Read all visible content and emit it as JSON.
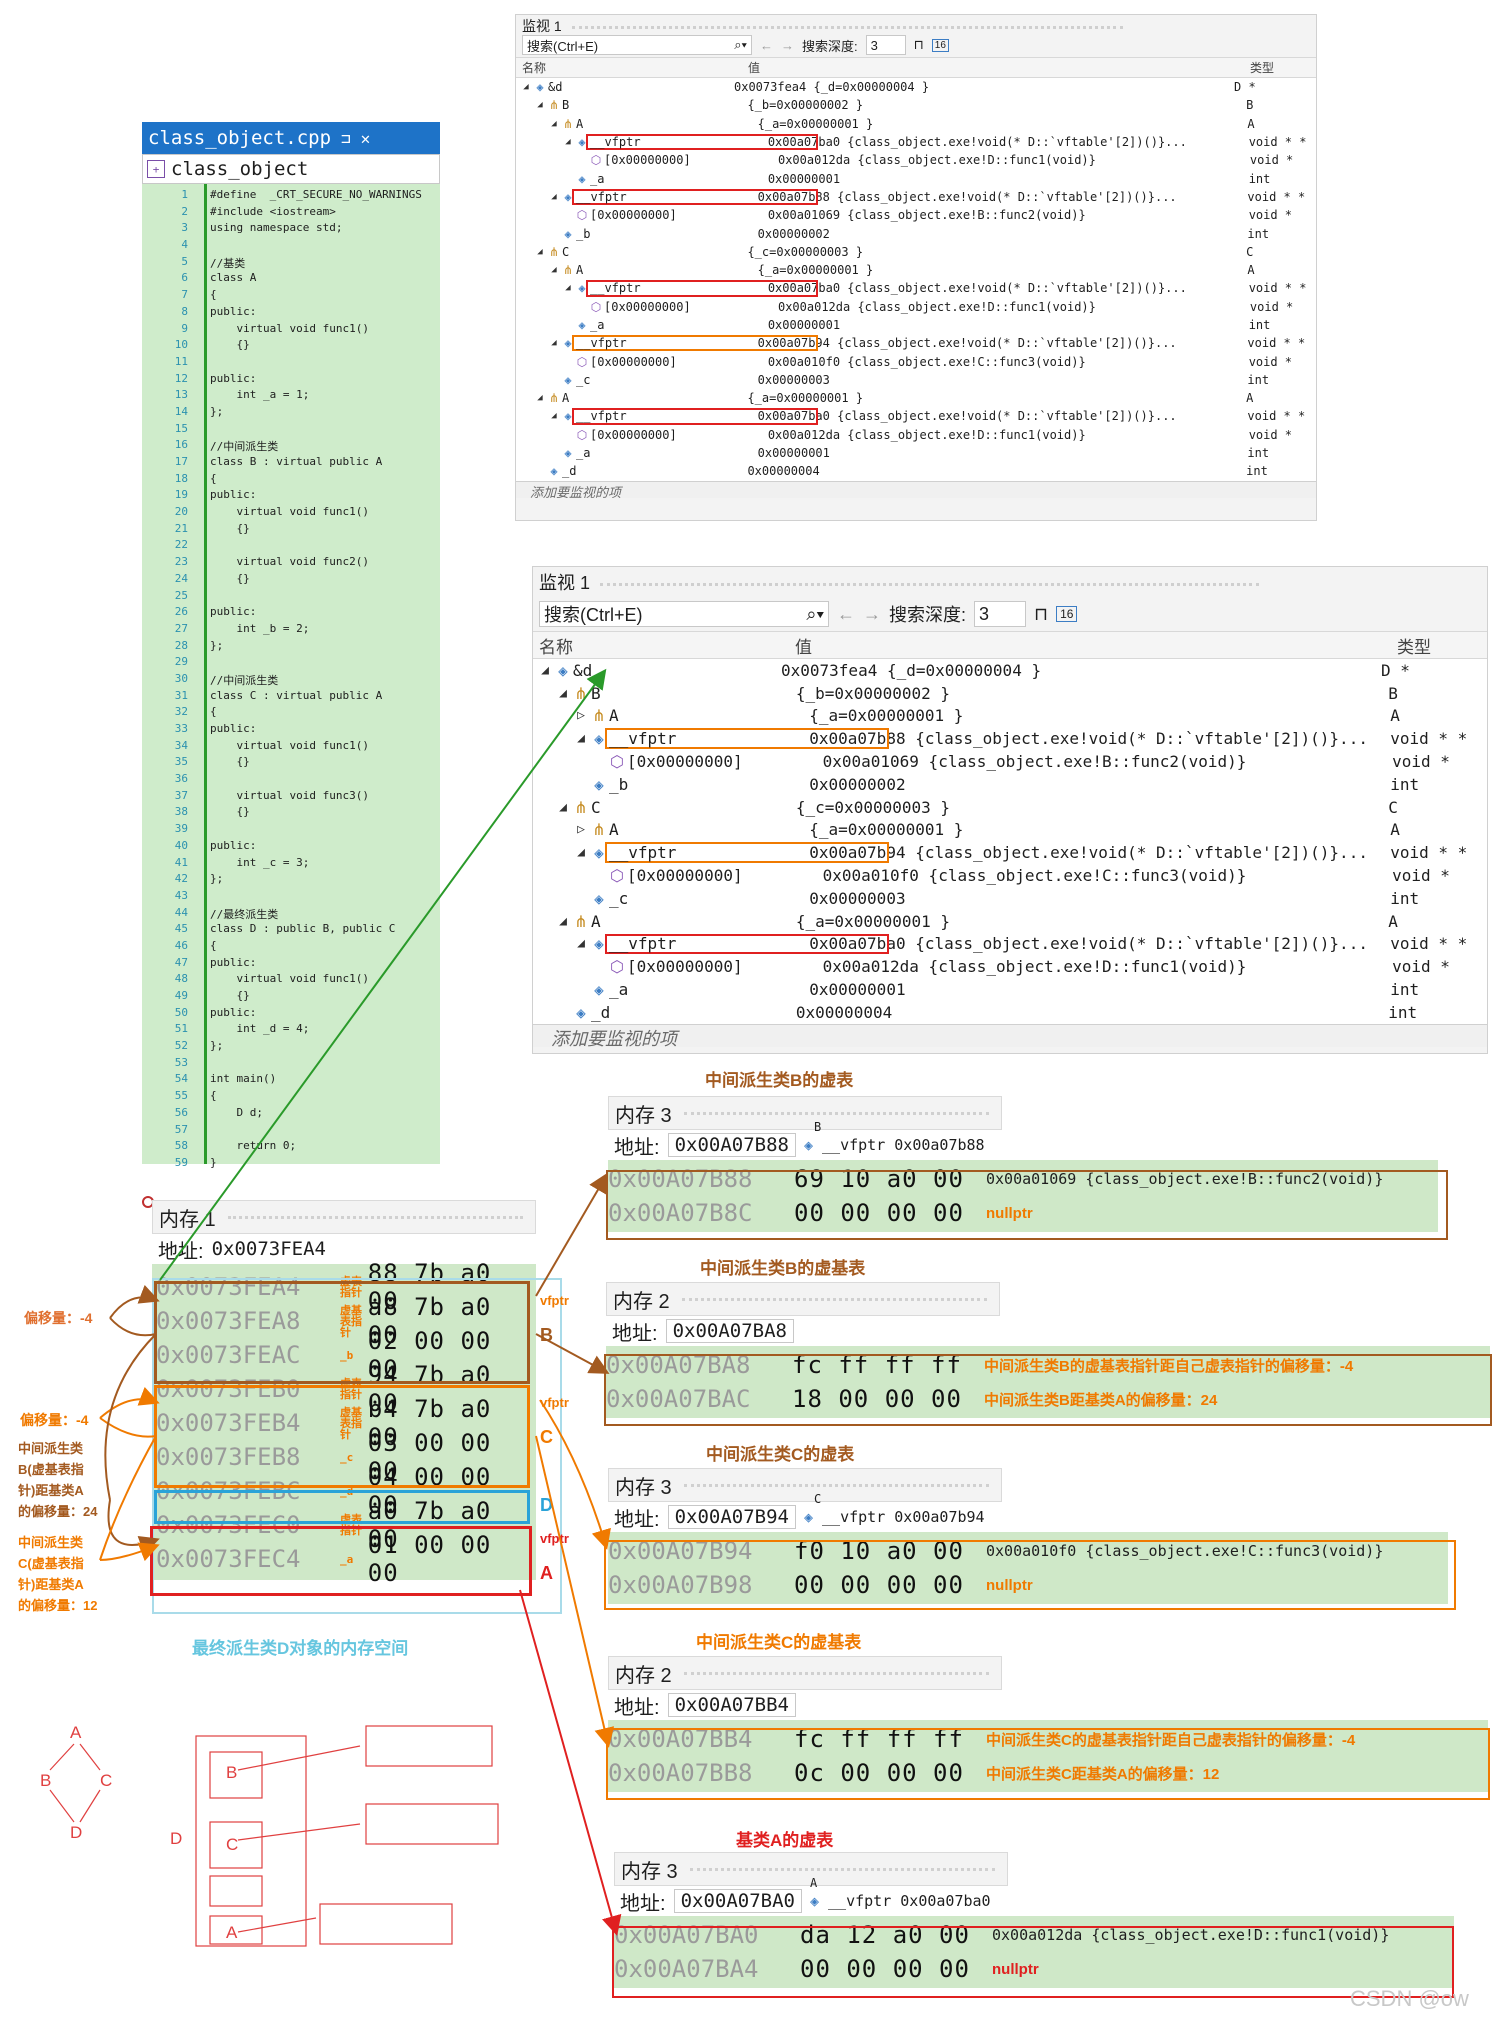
{
  "editor": {
    "tab_title": "class_object.cpp",
    "tab_pin": "⊐",
    "tab_close": "✕",
    "nav_label": "class_object",
    "lines": [
      {
        "n": "1",
        "t": "#define  _CRT_SECURE_NO_WARNINGS"
      },
      {
        "n": "2",
        "t": "#include <iostream>"
      },
      {
        "n": "3",
        "t": "using namespace std;"
      },
      {
        "n": "4",
        "t": ""
      },
      {
        "n": "5",
        "t": "//基类"
      },
      {
        "n": "6",
        "t": "class A"
      },
      {
        "n": "7",
        "t": "{"
      },
      {
        "n": "8",
        "t": "public:"
      },
      {
        "n": "9",
        "t": "    virtual void func1()"
      },
      {
        "n": "10",
        "t": "    {}"
      },
      {
        "n": "11",
        "t": ""
      },
      {
        "n": "12",
        "t": "public:"
      },
      {
        "n": "13",
        "t": "    int _a = 1;"
      },
      {
        "n": "14",
        "t": "};"
      },
      {
        "n": "15",
        "t": ""
      },
      {
        "n": "16",
        "t": "//中间派生类"
      },
      {
        "n": "17",
        "t": "class B : virtual public A"
      },
      {
        "n": "18",
        "t": "{"
      },
      {
        "n": "19",
        "t": "public:"
      },
      {
        "n": "20",
        "t": "    virtual void func1()"
      },
      {
        "n": "21",
        "t": "    {}"
      },
      {
        "n": "22",
        "t": ""
      },
      {
        "n": "23",
        "t": "    virtual void func2()"
      },
      {
        "n": "24",
        "t": "    {}"
      },
      {
        "n": "25",
        "t": ""
      },
      {
        "n": "26",
        "t": "public:"
      },
      {
        "n": "27",
        "t": "    int _b = 2;"
      },
      {
        "n": "28",
        "t": "};"
      },
      {
        "n": "29",
        "t": ""
      },
      {
        "n": "30",
        "t": "//中间派生类"
      },
      {
        "n": "31",
        "t": "class C : virtual public A"
      },
      {
        "n": "32",
        "t": "{"
      },
      {
        "n": "33",
        "t": "public:"
      },
      {
        "n": "34",
        "t": "    virtual void func1()"
      },
      {
        "n": "35",
        "t": "    {}"
      },
      {
        "n": "36",
        "t": ""
      },
      {
        "n": "37",
        "t": "    virtual void func3()"
      },
      {
        "n": "38",
        "t": "    {}"
      },
      {
        "n": "39",
        "t": ""
      },
      {
        "n": "40",
        "t": "public:"
      },
      {
        "n": "41",
        "t": "    int _c = 3;"
      },
      {
        "n": "42",
        "t": "};"
      },
      {
        "n": "43",
        "t": ""
      },
      {
        "n": "44",
        "t": "//最终派生类"
      },
      {
        "n": "45",
        "t": "class D : public B, public C"
      },
      {
        "n": "46",
        "t": "{"
      },
      {
        "n": "47",
        "t": "public:"
      },
      {
        "n": "48",
        "t": "    virtual void func1()"
      },
      {
        "n": "49",
        "t": "    {}"
      },
      {
        "n": "50",
        "t": "public:"
      },
      {
        "n": "51",
        "t": "    int _d = 4;"
      },
      {
        "n": "52",
        "t": "};"
      },
      {
        "n": "53",
        "t": ""
      },
      {
        "n": "54",
        "t": "int main()"
      },
      {
        "n": "55",
        "t": "{"
      },
      {
        "n": "56",
        "t": "    D d;"
      },
      {
        "n": "57",
        "t": ""
      },
      {
        "n": "58",
        "t": "    return 0;"
      },
      {
        "n": "59",
        "t": "}"
      }
    ]
  },
  "watch_top": {
    "title": "监视 1",
    "search_placeholder": "搜索(Ctrl+E)",
    "depth_label": "搜索深度:",
    "depth_value": "3",
    "col_name": "名称",
    "col_value": "值",
    "col_type": "类型",
    "footer": "添加要监视的项",
    "rows": [
      {
        "indent": 0,
        "tri": "◢",
        "icon": "c",
        "name": "&d",
        "value": "0x0073fea4 {_d=0x00000004 }",
        "type": "D *"
      },
      {
        "indent": 1,
        "tri": "◢",
        "icon": "b",
        "name": "B",
        "value": "{_b=0x00000002 }",
        "type": "B"
      },
      {
        "indent": 2,
        "tri": "◢",
        "icon": "b",
        "name": "A",
        "value": "{_a=0x00000001 }",
        "type": "A"
      },
      {
        "indent": 3,
        "tri": "◢",
        "icon": "c",
        "name": "__vfptr",
        "value": "0x00a07ba0 {class_object.exe!void(* D::`vftable'[2])()}...",
        "type": "void * *",
        "hl": "red"
      },
      {
        "indent": 4,
        "tri": "",
        "icon": "f",
        "name": "[0x00000000]",
        "value": "0x00a012da {class_object.exe!D::func1(void)}",
        "type": "void *"
      },
      {
        "indent": 3,
        "tri": "",
        "icon": "c",
        "name": "_a",
        "value": "0x00000001",
        "type": "int"
      },
      {
        "indent": 2,
        "tri": "◢",
        "icon": "c",
        "name": "__vfptr",
        "value": "0x00a07b88 {class_object.exe!void(* D::`vftable'[2])()}...",
        "type": "void * *",
        "hl": "red"
      },
      {
        "indent": 3,
        "tri": "",
        "icon": "f",
        "name": "[0x00000000]",
        "value": "0x00a01069 {class_object.exe!B::func2(void)}",
        "type": "void *"
      },
      {
        "indent": 2,
        "tri": "",
        "icon": "c",
        "name": "_b",
        "value": "0x00000002",
        "type": "int"
      },
      {
        "indent": 1,
        "tri": "◢",
        "icon": "b",
        "name": "C",
        "value": "{_c=0x00000003 }",
        "type": "C"
      },
      {
        "indent": 2,
        "tri": "◢",
        "icon": "b",
        "name": "A",
        "value": "{_a=0x00000001 }",
        "type": "A"
      },
      {
        "indent": 3,
        "tri": "◢",
        "icon": "c",
        "name": "__vfptr",
        "value": "0x00a07ba0 {class_object.exe!void(* D::`vftable'[2])()}...",
        "type": "void * *",
        "hl": "red"
      },
      {
        "indent": 4,
        "tri": "",
        "icon": "f",
        "name": "[0x00000000]",
        "value": "0x00a012da {class_object.exe!D::func1(void)}",
        "type": "void *"
      },
      {
        "indent": 3,
        "tri": "",
        "icon": "c",
        "name": "_a",
        "value": "0x00000001",
        "type": "int"
      },
      {
        "indent": 2,
        "tri": "◢",
        "icon": "c",
        "name": "__vfptr",
        "value": "0x00a07b94 {class_object.exe!void(* D::`vftable'[2])()}...",
        "type": "void * *",
        "hl": "orange"
      },
      {
        "indent": 3,
        "tri": "",
        "icon": "f",
        "name": "[0x00000000]",
        "value": "0x00a010f0 {class_object.exe!C::func3(void)}",
        "type": "void *"
      },
      {
        "indent": 2,
        "tri": "",
        "icon": "c",
        "name": "_c",
        "value": "0x00000003",
        "type": "int"
      },
      {
        "indent": 1,
        "tri": "◢",
        "icon": "b",
        "name": "A",
        "value": "{_a=0x00000001 }",
        "type": "A"
      },
      {
        "indent": 2,
        "tri": "◢",
        "icon": "c",
        "name": "__vfptr",
        "value": "0x00a07ba0 {class_object.exe!void(* D::`vftable'[2])()}...",
        "type": "void * *",
        "hl": "red"
      },
      {
        "indent": 3,
        "tri": "",
        "icon": "f",
        "name": "[0x00000000]",
        "value": "0x00a012da {class_object.exe!D::func1(void)}",
        "type": "void *"
      },
      {
        "indent": 2,
        "tri": "",
        "icon": "c",
        "name": "_a",
        "value": "0x00000001",
        "type": "int"
      },
      {
        "indent": 1,
        "tri": "",
        "icon": "c",
        "name": "_d",
        "value": "0x00000004",
        "type": "int"
      }
    ]
  },
  "watch_mid": {
    "title": "监视 1",
    "search_placeholder": "搜索(Ctrl+E)",
    "depth_label": "搜索深度:",
    "depth_value": "3",
    "col_name": "名称",
    "col_value": "值",
    "col_type": "类型",
    "footer": "添加要监视的项",
    "rows": [
      {
        "indent": 0,
        "tri": "◢",
        "icon": "c",
        "name": "&d",
        "value": "0x0073fea4 {_d=0x00000004 }",
        "type": "D *"
      },
      {
        "indent": 1,
        "tri": "◢",
        "icon": "b",
        "name": "B",
        "value": "{_b=0x00000002 }",
        "type": "B"
      },
      {
        "indent": 2,
        "tri": "▷",
        "icon": "b",
        "name": "A",
        "value": "{_a=0x00000001 }",
        "type": "A"
      },
      {
        "indent": 2,
        "tri": "◢",
        "icon": "c",
        "name": "__vfptr",
        "value": "0x00a07b88 {class_object.exe!void(* D::`vftable'[2])()}...",
        "type": "void * *",
        "hl": "orange"
      },
      {
        "indent": 3,
        "tri": "",
        "icon": "f",
        "name": "[0x00000000]",
        "value": "0x00a01069 {class_object.exe!B::func2(void)}",
        "type": "void *"
      },
      {
        "indent": 2,
        "tri": "",
        "icon": "c",
        "name": "_b",
        "value": "0x00000002",
        "type": "int"
      },
      {
        "indent": 1,
        "tri": "◢",
        "icon": "b",
        "name": "C",
        "value": "{_c=0x00000003 }",
        "type": "C"
      },
      {
        "indent": 2,
        "tri": "▷",
        "icon": "b",
        "name": "A",
        "value": "{_a=0x00000001 }",
        "type": "A"
      },
      {
        "indent": 2,
        "tri": "◢",
        "icon": "c",
        "name": "__vfptr",
        "value": "0x00a07b94 {class_object.exe!void(* D::`vftable'[2])()}...",
        "type": "void * *",
        "hl": "orange"
      },
      {
        "indent": 3,
        "tri": "",
        "icon": "f",
        "name": "[0x00000000]",
        "value": "0x00a010f0 {class_object.exe!C::func3(void)}",
        "type": "void *"
      },
      {
        "indent": 2,
        "tri": "",
        "icon": "c",
        "name": "_c",
        "value": "0x00000003",
        "type": "int"
      },
      {
        "indent": 1,
        "tri": "◢",
        "icon": "b",
        "name": "A",
        "value": "{_a=0x00000001 }",
        "type": "A"
      },
      {
        "indent": 2,
        "tri": "◢",
        "icon": "c",
        "name": "__vfptr",
        "value": "0x00a07ba0 {class_object.exe!void(* D::`vftable'[2])()}...",
        "type": "void * *",
        "hl": "red"
      },
      {
        "indent": 3,
        "tri": "",
        "icon": "f",
        "name": "[0x00000000]",
        "value": "0x00a012da {class_object.exe!D::func1(void)}",
        "type": "void *"
      },
      {
        "indent": 2,
        "tri": "",
        "icon": "c",
        "name": "_a",
        "value": "0x00000001",
        "type": "int"
      },
      {
        "indent": 1,
        "tri": "",
        "icon": "c",
        "name": "_d",
        "value": "0x00000004",
        "type": "int"
      }
    ]
  },
  "mem_d": {
    "title": "内存 1",
    "addr_label": "地址:",
    "addr_value": "0x0073FEA4",
    "rows": [
      {
        "addr": "0x0073FEA4",
        "bytes": "88 7b a0 00",
        "tag": "虚表\n指针",
        "right": "vfptr",
        "right_color": "orange"
      },
      {
        "addr": "0x0073FEA8",
        "bytes": "a8 7b a0 00",
        "tag": "虚基\n表指针",
        "right": "B",
        "right_color": "brown"
      },
      {
        "addr": "0x0073FEAC",
        "bytes": "02 00 00 00",
        "tag": "_b",
        "right": "",
        "right_color": ""
      },
      {
        "addr": "0x0073FEB0",
        "bytes": "94 7b a0 00",
        "tag": "虚表\n指针",
        "right": "vfptr",
        "right_color": "orange"
      },
      {
        "addr": "0x0073FEB4",
        "bytes": "b4 7b a0 00",
        "tag": "虚基\n表指针",
        "right": "C",
        "right_color": "orange"
      },
      {
        "addr": "0x0073FEB8",
        "bytes": "03 00 00 00",
        "tag": "_c",
        "right": "",
        "right_color": ""
      },
      {
        "addr": "0x0073FEBC",
        "bytes": "04 00 00 00",
        "tag": "_d",
        "right": "D",
        "right_color": "blue"
      },
      {
        "addr": "0x0073FEC0",
        "bytes": "a0 7b a0 00",
        "tag": "虚表\n指针",
        "right": "vfptr",
        "right_color": "red"
      },
      {
        "addr": "0x0073FEC4",
        "bytes": "01 00 00 00",
        "tag": "_a",
        "right": "A",
        "right_color": "red"
      }
    ],
    "caption": "最终派生类D对象的内存空间"
  },
  "side_notes": {
    "offset_b": "偏移量：-4",
    "offset_c": "偏移量：-4",
    "note_b": "中间派生类\nB(虚基表指\n针)距基类A\n的偏移量：24",
    "note_c": "中间派生类\nC(虚基表指\n针)距基类A\n的偏移量：12"
  },
  "mem_b_vft": {
    "label": "中间派生类B的虚表",
    "title": "内存 3",
    "addr_label": "地址:",
    "addr_value": "0x00A07B88",
    "hint_cls": "B",
    "hint": "__vfptr  0x00a07b88",
    "rows": [
      {
        "addr": "0x00A07B88",
        "bytes": "69 10 a0 00",
        "note": "0x00a01069 {class_object.exe!B::func2(void)}",
        "note_color": "dark"
      },
      {
        "addr": "0x00A07B8C",
        "bytes": "00 00 00 00",
        "note": "nullptr",
        "note_color": "orange"
      }
    ]
  },
  "mem_b_vbt": {
    "label": "中间派生类B的虚基表",
    "title": "内存 2",
    "addr_label": "地址:",
    "addr_value": "0x00A07BA8",
    "rows": [
      {
        "addr": "0x00A07BA8",
        "bytes": "fc ff ff ff",
        "note": "中间派生类B的虚基表指针距自己虚表指针的偏移量：-4",
        "note_color": "orange"
      },
      {
        "addr": "0x00A07BAC",
        "bytes": "18 00 00 00",
        "note": "中间派生类B距基类A的偏移量：24",
        "note_color": "orange"
      }
    ]
  },
  "mem_c_vft": {
    "label": "中间派生类C的虚表",
    "title": "内存 3",
    "addr_label": "地址:",
    "addr_value": "0x00A07B94",
    "hint_cls": "C",
    "hint": "__vfptr  0x00a07b94",
    "rows": [
      {
        "addr": "0x00A07B94",
        "bytes": "f0 10 a0 00",
        "note": "0x00a010f0 {class_object.exe!C::func3(void)}",
        "note_color": "dark"
      },
      {
        "addr": "0x00A07B98",
        "bytes": "00 00 00 00",
        "note": "nullptr",
        "note_color": "orange"
      }
    ]
  },
  "mem_c_vbt": {
    "label": "中间派生类C的虚基表",
    "title": "内存 2",
    "addr_label": "地址:",
    "addr_value": "0x00A07BB4",
    "rows": [
      {
        "addr": "0x00A07BB4",
        "bytes": "fc ff ff ff",
        "note": "中间派生类C的虚基表指针距自己虚表指针的偏移量：-4",
        "note_color": "orange"
      },
      {
        "addr": "0x00A07BB8",
        "bytes": "0c 00 00 00",
        "note": "中间派生类C距基类A的偏移量：12",
        "note_color": "orange"
      }
    ]
  },
  "mem_a_vft": {
    "label": "基类A的虚表",
    "title": "内存 3",
    "addr_label": "地址:",
    "addr_value": "0x00A07BA0",
    "hint_cls": "A",
    "hint": "__vfptr  0x00a07ba0",
    "rows": [
      {
        "addr": "0x00A07BA0",
        "bytes": "da 12 a0 00",
        "note": "0x00a012da {class_object.exe!D::func1(void)}",
        "note_color": "dark"
      },
      {
        "addr": "0x00A07BA4",
        "bytes": "00 00 00 00",
        "note": "nullptr",
        "note_color": "red"
      }
    ]
  },
  "sketch": {
    "diamond": [
      "A",
      "B",
      "C",
      "D"
    ],
    "object_label": "D",
    "boxes": [
      "B",
      "C",
      "A"
    ]
  },
  "watermark": "CSDN @ow",
  "colors": {
    "red": "#e02020",
    "orange": "#f07a00",
    "brown": "#a35a20",
    "green": "#2a9a2a",
    "blue": "#2aa3d8"
  }
}
